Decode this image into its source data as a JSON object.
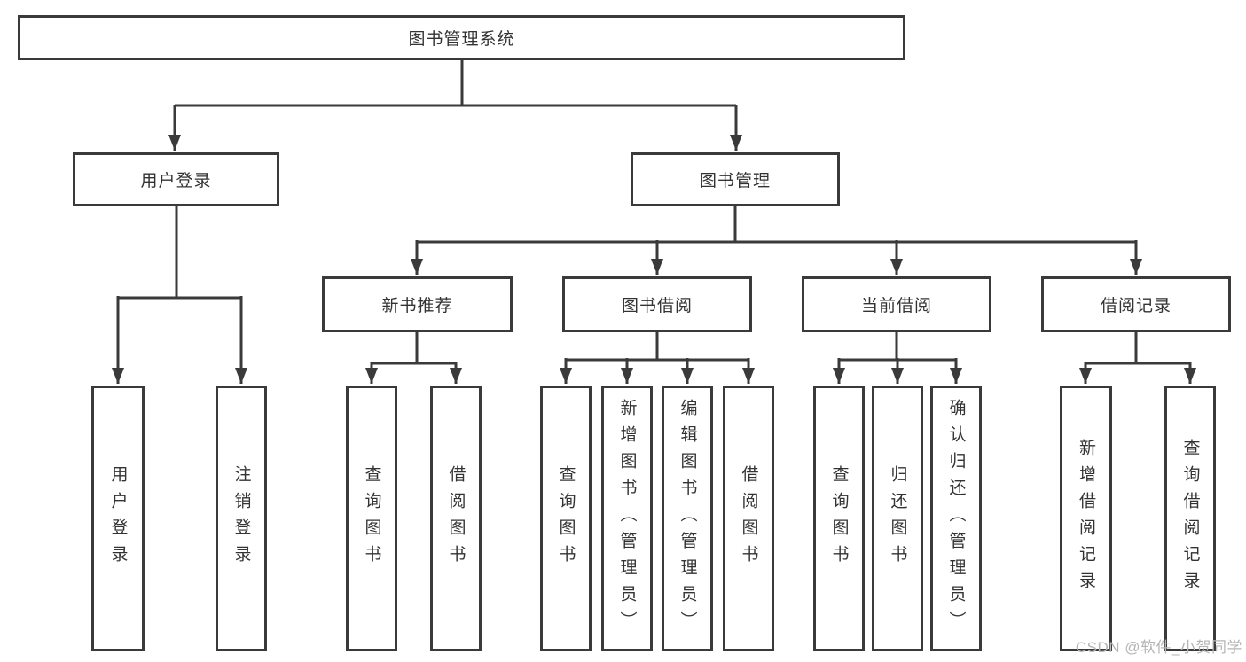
{
  "colors": {
    "line": "#3a3a3a",
    "box_fill": "#ffffff",
    "text": "#333333",
    "background": "#ffffff",
    "watermark": "#b5b5b5"
  },
  "watermark": "CSDN @软件_小贺同学",
  "tree": {
    "label": "图书管理系统",
    "children": [
      {
        "label": "用户登录",
        "children": [
          {
            "label": "用户登录"
          },
          {
            "label": "注销登录"
          }
        ]
      },
      {
        "label": "图书管理",
        "children": [
          {
            "label": "新书推荐",
            "children": [
              {
                "label": "查询图书"
              },
              {
                "label": "借阅图书"
              }
            ]
          },
          {
            "label": "图书借阅",
            "children": [
              {
                "label": "查询图书"
              },
              {
                "label": "新增图书（管理员）"
              },
              {
                "label": "编辑图书（管理员）"
              },
              {
                "label": "借阅图书"
              }
            ]
          },
          {
            "label": "当前借阅",
            "children": [
              {
                "label": "查询图书"
              },
              {
                "label": "归还图书"
              },
              {
                "label": "确认归还（管理员）"
              }
            ]
          },
          {
            "label": "借阅记录",
            "children": [
              {
                "label": "新增借阅记录"
              },
              {
                "label": "查询借阅记录"
              }
            ]
          }
        ]
      }
    ]
  }
}
